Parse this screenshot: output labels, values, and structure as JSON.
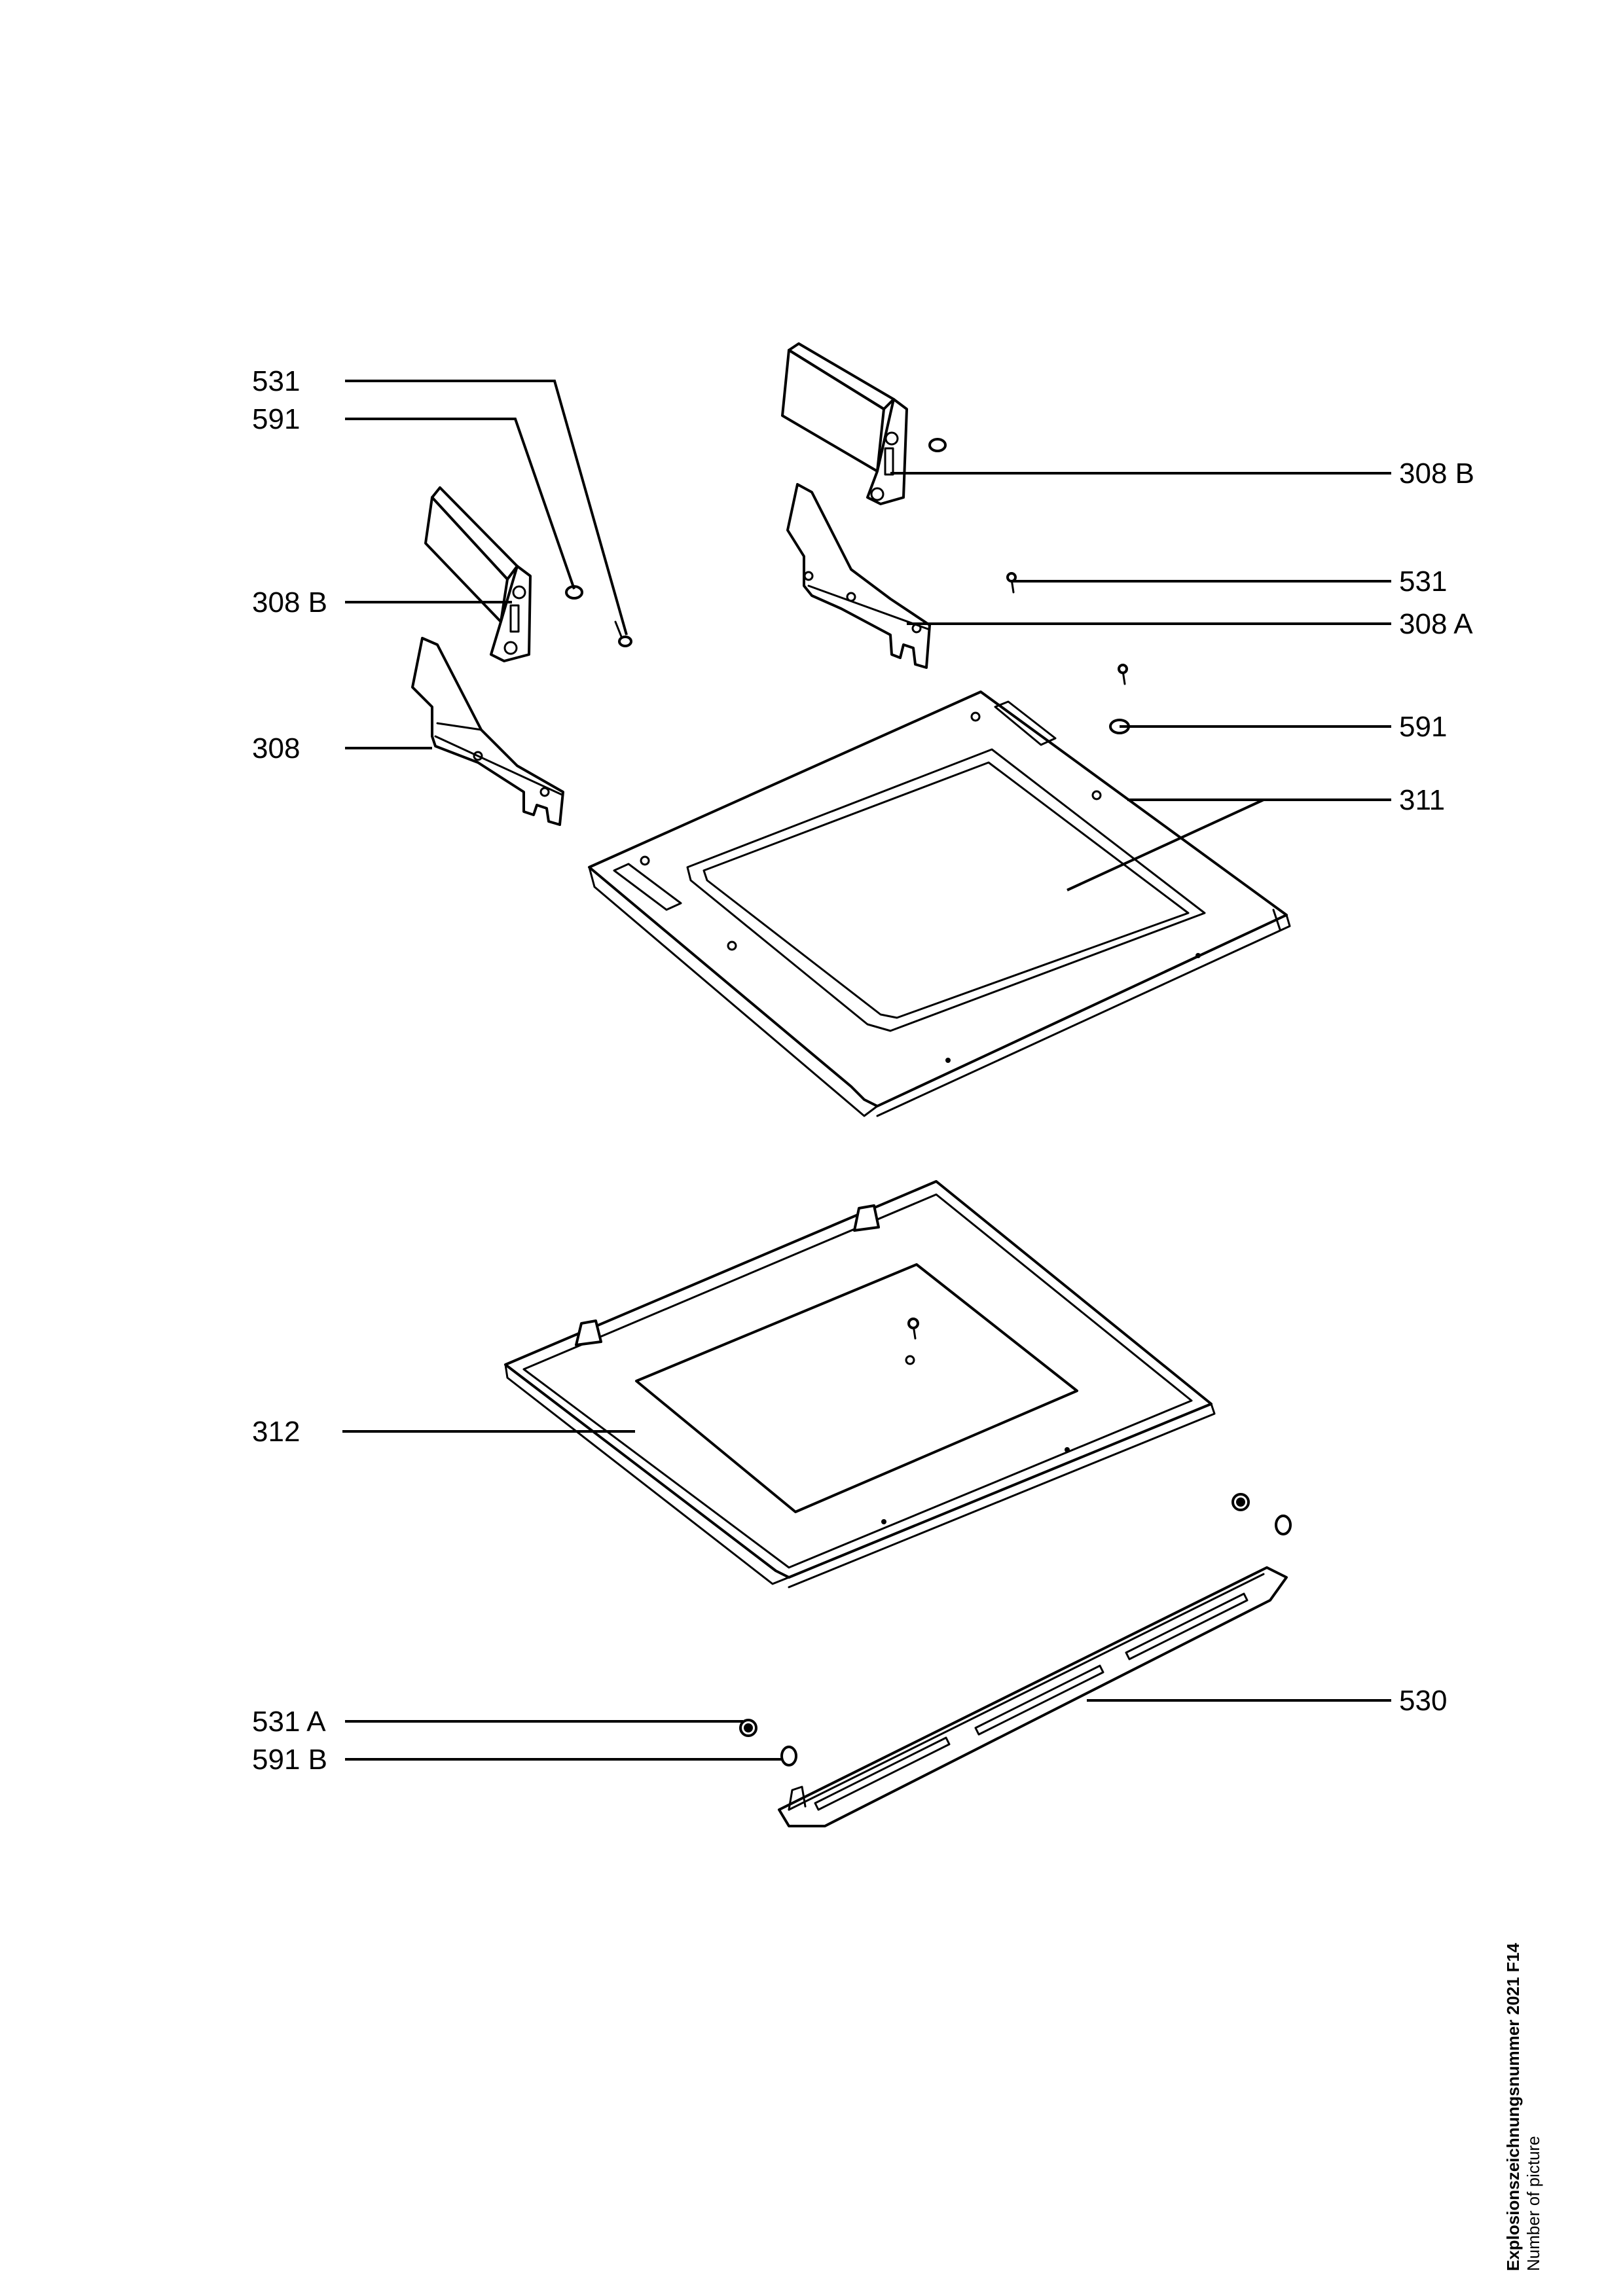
{
  "labels": {
    "l531_top": "531",
    "l591_top": "591",
    "l308b_left": "308 B",
    "l308": "308",
    "l308b_right": "308 B",
    "l531_right": "531",
    "l308a": "308 A",
    "l591_right": "591",
    "l311": "311",
    "l312": "312",
    "l531a": "531 A",
    "l591b": "591 B",
    "l530": "530"
  },
  "caption": {
    "title": "Explosionszeichnungsnummer 2021 F14",
    "subtitle": "Number of picture"
  }
}
